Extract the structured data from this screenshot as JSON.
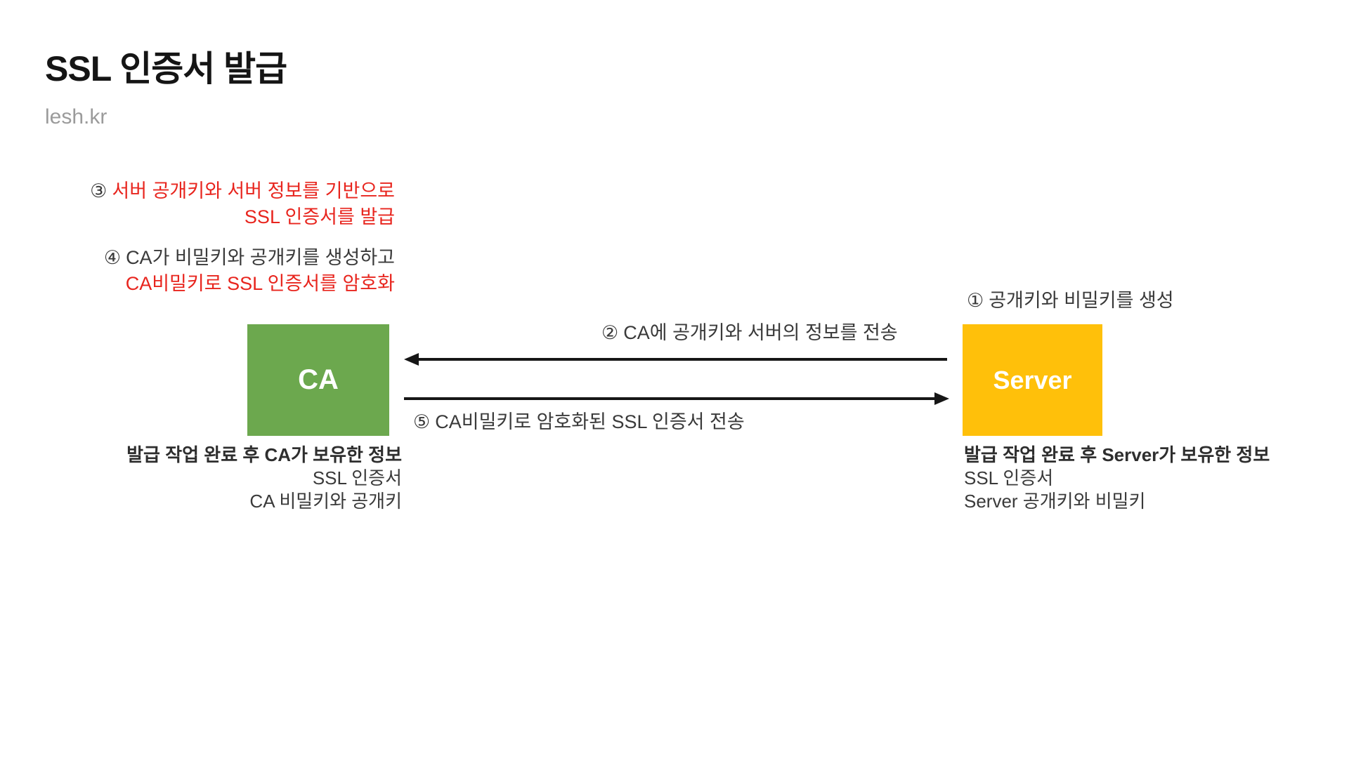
{
  "page": {
    "title": "SSL 인증서 발급",
    "watermark": "lesh.kr"
  },
  "steps": {
    "s1": {
      "number": "①",
      "text": "공개키와 비밀키를 생성"
    },
    "s2": {
      "number": "②",
      "text": "CA에 공개키와 서버의 정보를 전송"
    },
    "s3": {
      "number": "③",
      "line1": "서버 공개키와 서버 정보를 기반으로",
      "line2": "SSL 인증서를 발급"
    },
    "s4": {
      "number": "④",
      "line1": "CA가 비밀키와 공개키를 생성하고",
      "line2": "CA비밀키로 SSL 인증서를 암호화"
    },
    "s5": {
      "number": "⑤",
      "text": "CA비밀키로 암호화된 SSL 인증서 전송"
    }
  },
  "nodes": {
    "ca": {
      "label": "CA",
      "color": "#6ca84e"
    },
    "server": {
      "label": "Server",
      "color": "#ffc00a"
    }
  },
  "ca_info": {
    "title": "발급 작업 완료 후 CA가 보유한 정보",
    "line1": "SSL 인증서",
    "line2": "CA 비밀키와 공개키"
  },
  "server_info": {
    "title": "발급 작업 완료 후 Server가 보유한 정보",
    "line1": "SSL 인증서",
    "line2": "Server 공개키와 비밀키"
  },
  "colors": {
    "accent_red": "#e8251e",
    "text_dark": "#3a3a3a",
    "ca_green": "#6ca84e",
    "server_yellow": "#ffc00a",
    "watermark_gray": "#9b9b9b",
    "arrow_black": "#161616"
  }
}
